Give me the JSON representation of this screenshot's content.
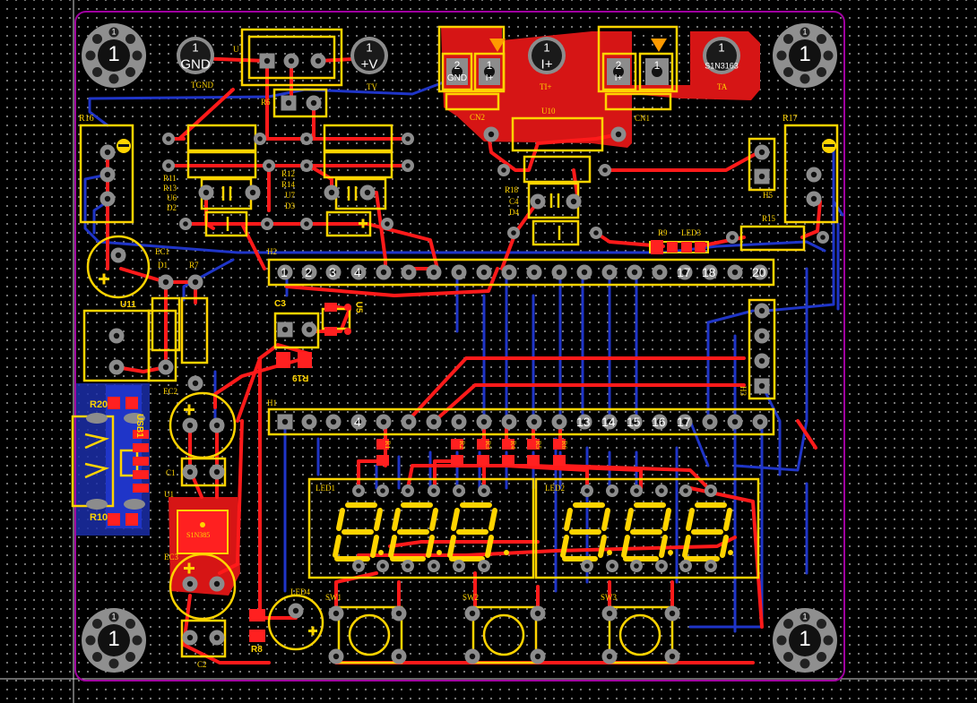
{
  "board": {
    "colors": {
      "top_copper": "#ff1a1a",
      "bottom_copper": "#1f35c8",
      "silkscreen": "#ffd400",
      "pad": "#8c8c8c",
      "outline": "#a000a0",
      "mount_hole": "#9a9a9a"
    }
  },
  "labels": {
    "j_gnd_pad": "1",
    "j_gnd_text": "GND",
    "j_gnd_ref": "TGND",
    "j_v_pad": "1",
    "j_v_text": "+V",
    "j_v_ref": "TV",
    "u_top_ref": "U",
    "r_top_ref": "R6",
    "cn2": {
      "pad2": "2",
      "pad2_sub": "GND",
      "pad1": "1",
      "pad1_sub": "I+",
      "ref": "CN2"
    },
    "ti_pad": "1",
    "ti_text": "I+",
    "ti_ref": "TI+",
    "u10": "U10",
    "cn1": {
      "pad2": "2",
      "pad2_sub": "I+",
      "pad1": "1",
      "ref": "CN1"
    },
    "ta_pad": "1",
    "ta_text": "S1N3163",
    "ta_ref": "TA",
    "r16": "R16",
    "r17": "R17",
    "ec1": "EC1",
    "d1": "D1",
    "r7": "R7",
    "u11": "U11",
    "left_cluster": [
      "R11",
      "R13",
      "U6",
      "D2"
    ],
    "mid_cluster": [
      "R12",
      "R14",
      "U7",
      "D3"
    ],
    "r18": "R18",
    "c4": "C4",
    "d4": "D4",
    "r9": "R9",
    "led3": "LED3",
    "r15": "R15",
    "h5": "H5",
    "h2": "H2",
    "h1": "H1",
    "h3": "H3",
    "c3": "C3",
    "u5": "U5",
    "r19": "R19",
    "r20": "R20",
    "r10": "R10",
    "usb": "USB1",
    "ec2": "EC2",
    "c1": "C1",
    "u1": "U1",
    "u1_text": "S1N385",
    "ec3": "EC3",
    "c2": "C2",
    "r8": "R8",
    "led4": "LED4",
    "sw1": "SW1",
    "sw2": "SW2",
    "sw3": "SW3",
    "led1": "LED1",
    "led2": "LED2",
    "row_res": [
      "R1",
      "R2",
      "R3",
      "R4",
      "R5",
      "R6"
    ],
    "mount": {
      "center": "1",
      "ring": "1"
    }
  },
  "headers": {
    "h2_numbers": [
      "1",
      "2",
      "3",
      "4",
      "17",
      "18",
      "20"
    ],
    "h1_numbers": [
      "4",
      "13",
      "14",
      "15",
      "16",
      "17"
    ]
  }
}
